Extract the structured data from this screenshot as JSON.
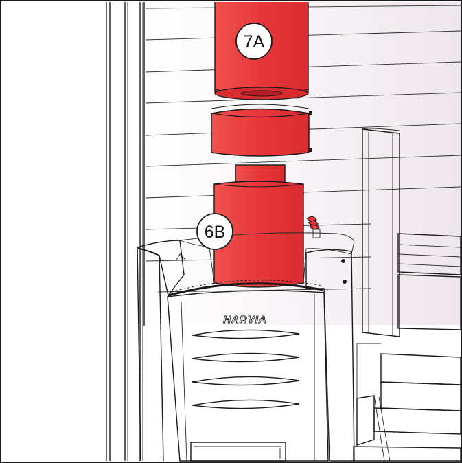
{
  "callouts": {
    "top_label": "7A",
    "lower_label": "6B"
  },
  "heater": {
    "brand_logo": "HARVIA"
  },
  "colors": {
    "stone_red": "#e8363a",
    "stone_red_dark": "#c4252a",
    "stone_red_light": "#f06a6c",
    "outline": "#1a1a1a",
    "wall_tint": "#f4eef3"
  }
}
